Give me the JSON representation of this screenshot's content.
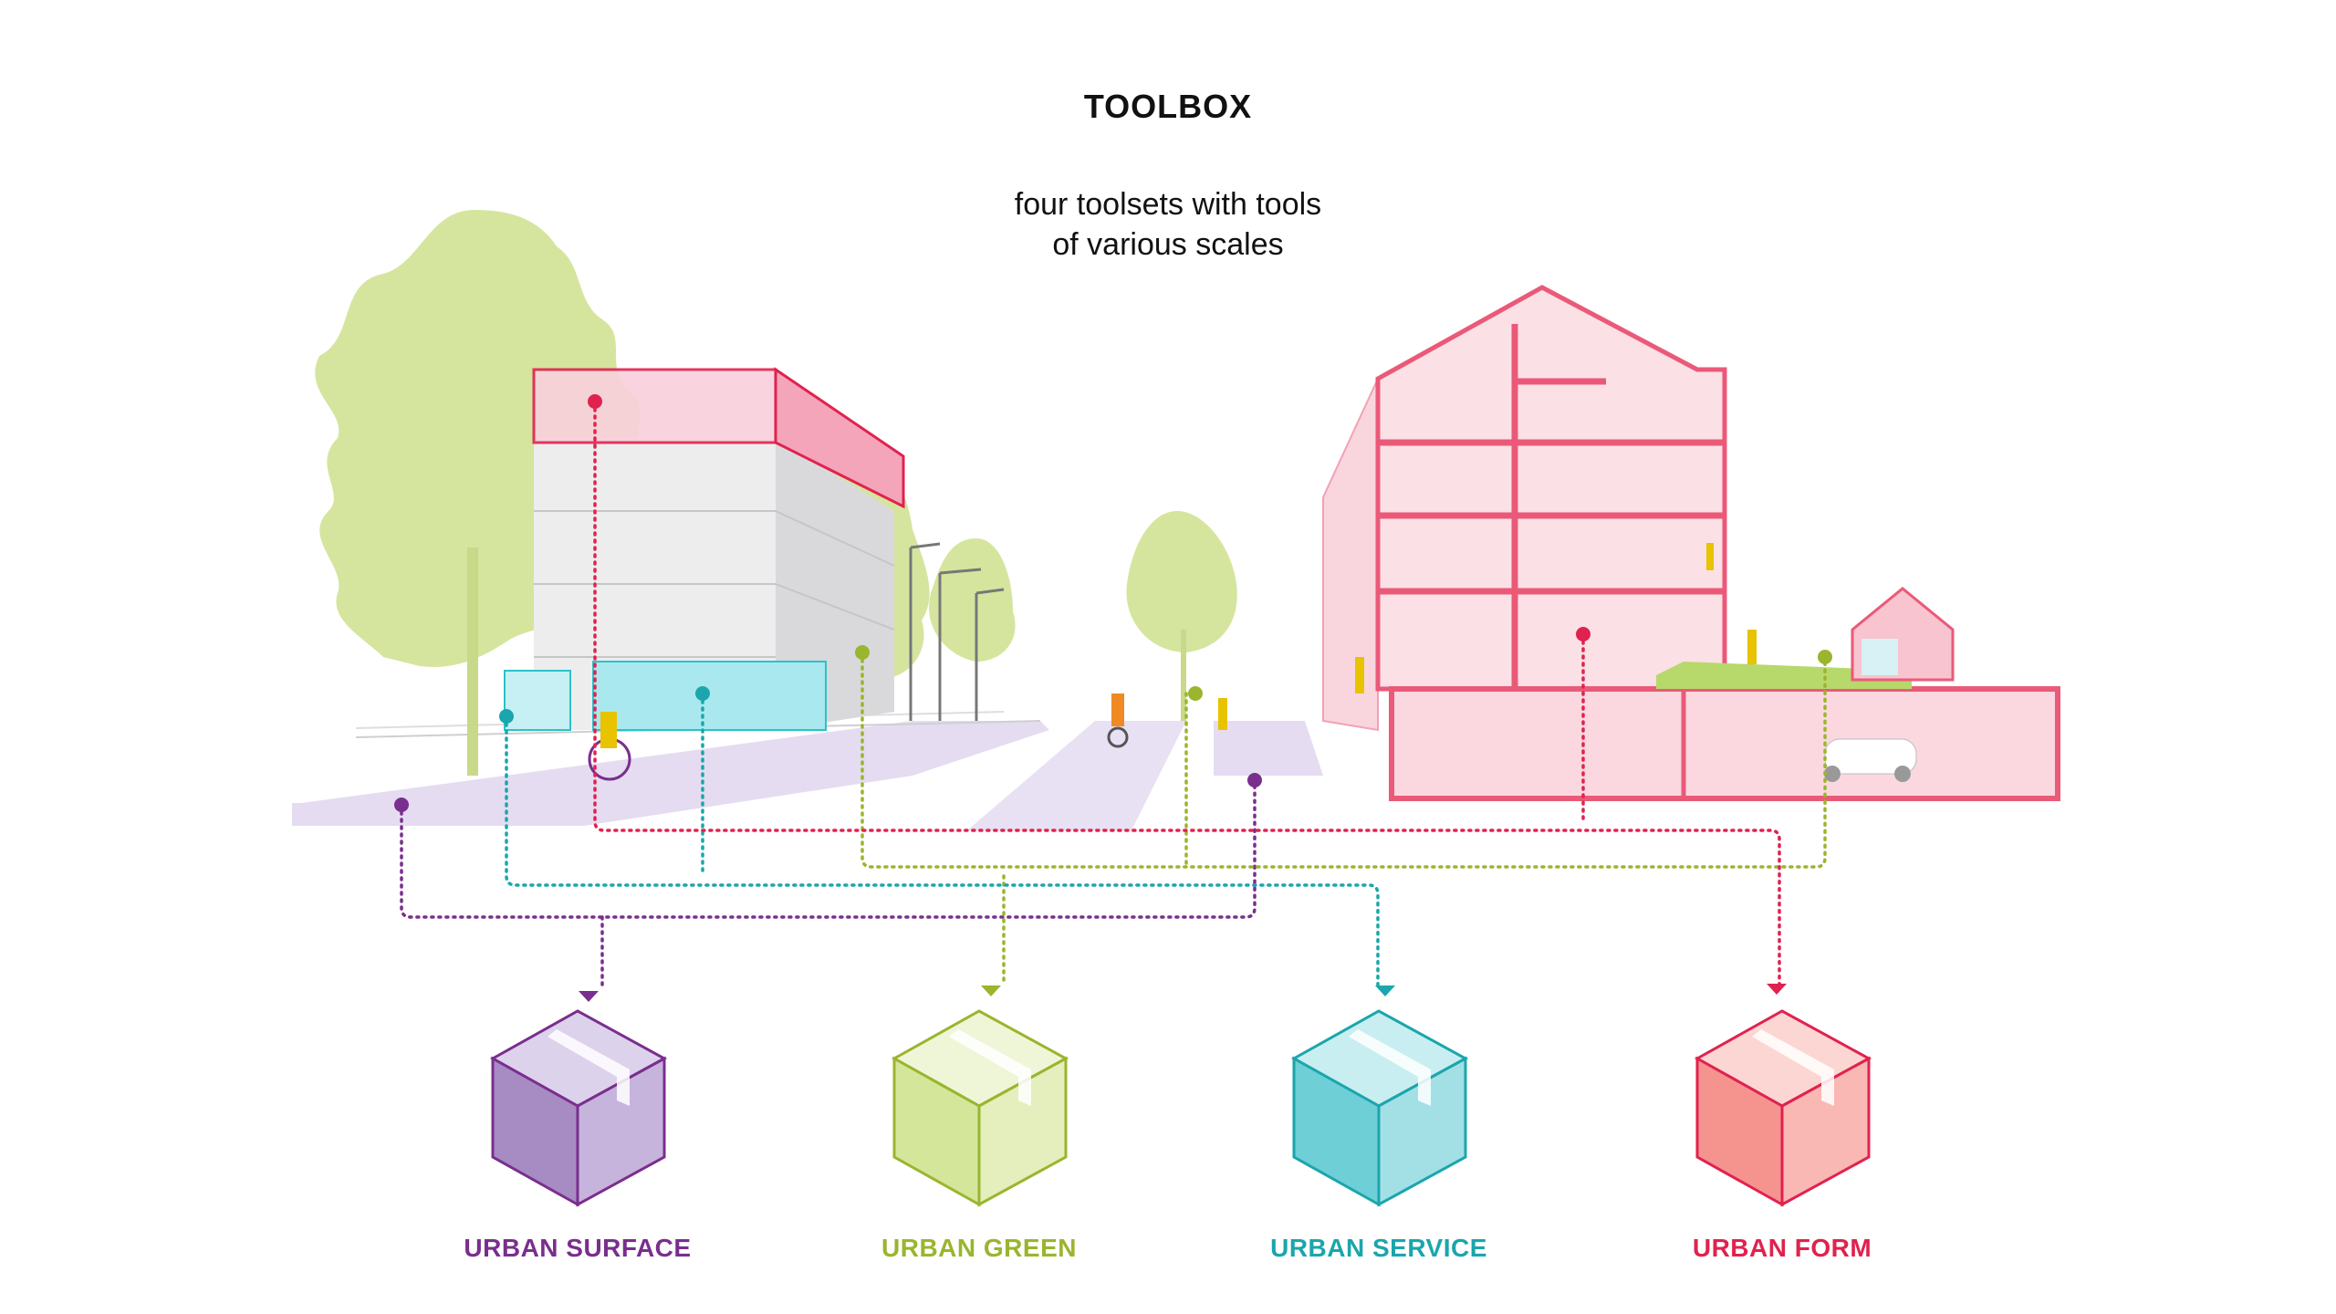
{
  "title": "TOOLBOX",
  "subtitle_line1": "four toolsets with tools",
  "subtitle_line2": "of various scales",
  "toolsets": [
    {
      "label": "URBAN SURFACE",
      "color": "#7a2e8e",
      "box_front": "#a78bc3",
      "box_side": "#c6b4dc",
      "box_top": "#ddd2ec"
    },
    {
      "label": "URBAN GREEN",
      "color": "#9ab52e",
      "box_front": "#d4e69a",
      "box_side": "#e4efbd",
      "box_top": "#eff6d8"
    },
    {
      "label": "URBAN SERVICE",
      "color": "#1aa6ac",
      "box_front": "#6ecfd7",
      "box_side": "#a3e0e6",
      "box_top": "#c9eef1"
    },
    {
      "label": "URBAN FORM",
      "color": "#e0224f",
      "box_front": "#f5938f",
      "box_side": "#f9b8b3",
      "box_top": "#fcd6d2"
    }
  ],
  "scene_colors": {
    "tree": "#d3e49a",
    "surface": "#ddd3ec",
    "building_grey": "#e9e9ea",
    "glass": "#b6ecf0",
    "form_pink": "#f8c9d3",
    "form_line": "#ea5a78",
    "grass": "#b7d86b"
  }
}
